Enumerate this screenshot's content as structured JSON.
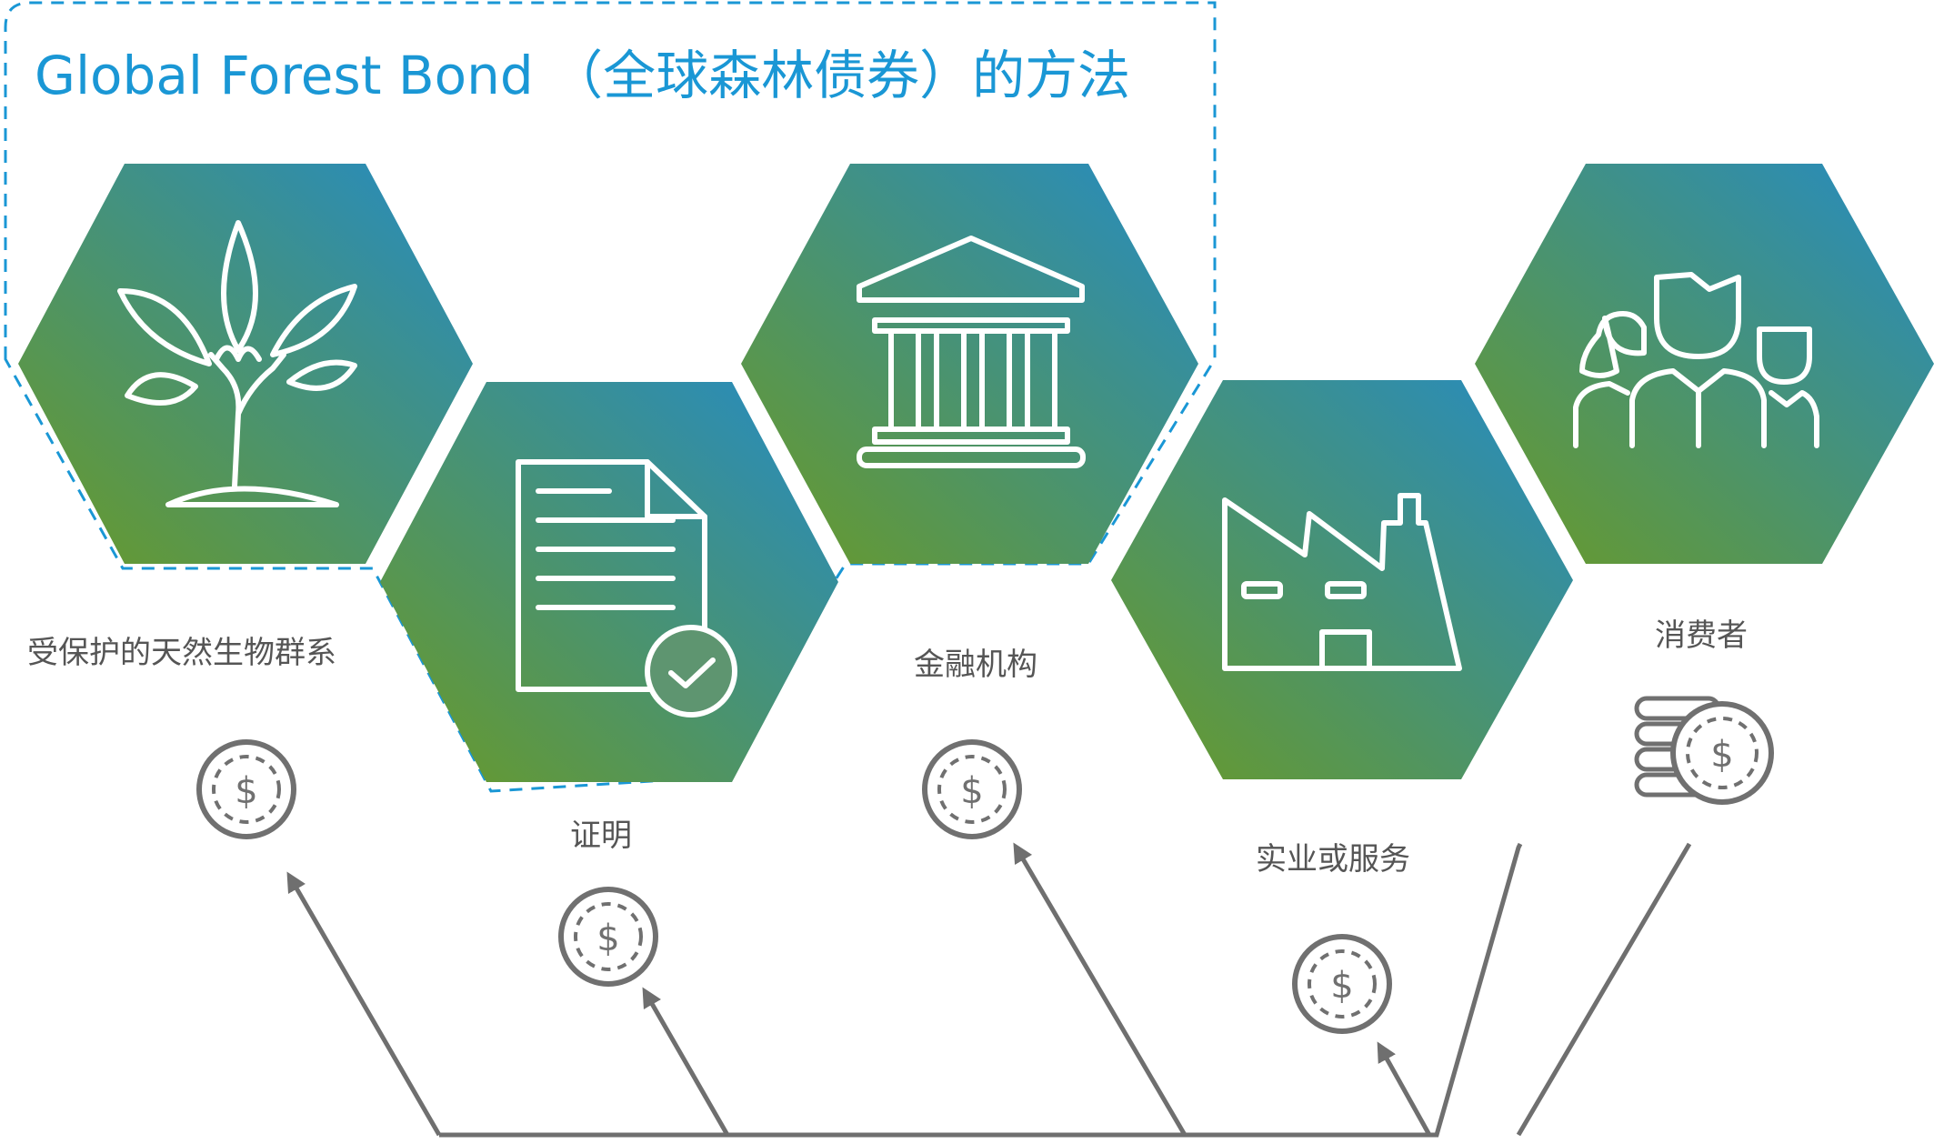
{
  "title": "Global Forest Bond （全球森林债券）的方法",
  "labels": {
    "nature": "受保护的天然生物群系",
    "certificate": "证明",
    "finance": "金融机构",
    "industry": "实业或服务",
    "consumer": "消费者"
  },
  "coin_symbol": "$",
  "icons": {
    "nature": "tree-hand-icon",
    "certificate": "document-check-icon",
    "finance": "bank-building-icon",
    "industry": "factory-icon",
    "consumer": "people-group-icon",
    "coin": "dollar-coin-icon",
    "coin_stack": "coin-stack-icon"
  },
  "colors": {
    "title": "#1a97d5",
    "hex_gradient_start": "#6a9a26",
    "hex_gradient_end": "#258bc4",
    "dashed_outline": "#1a97d5",
    "label_text": "#555555",
    "coin_gray": "#707070",
    "arrow_gray": "#6f6f6f"
  }
}
